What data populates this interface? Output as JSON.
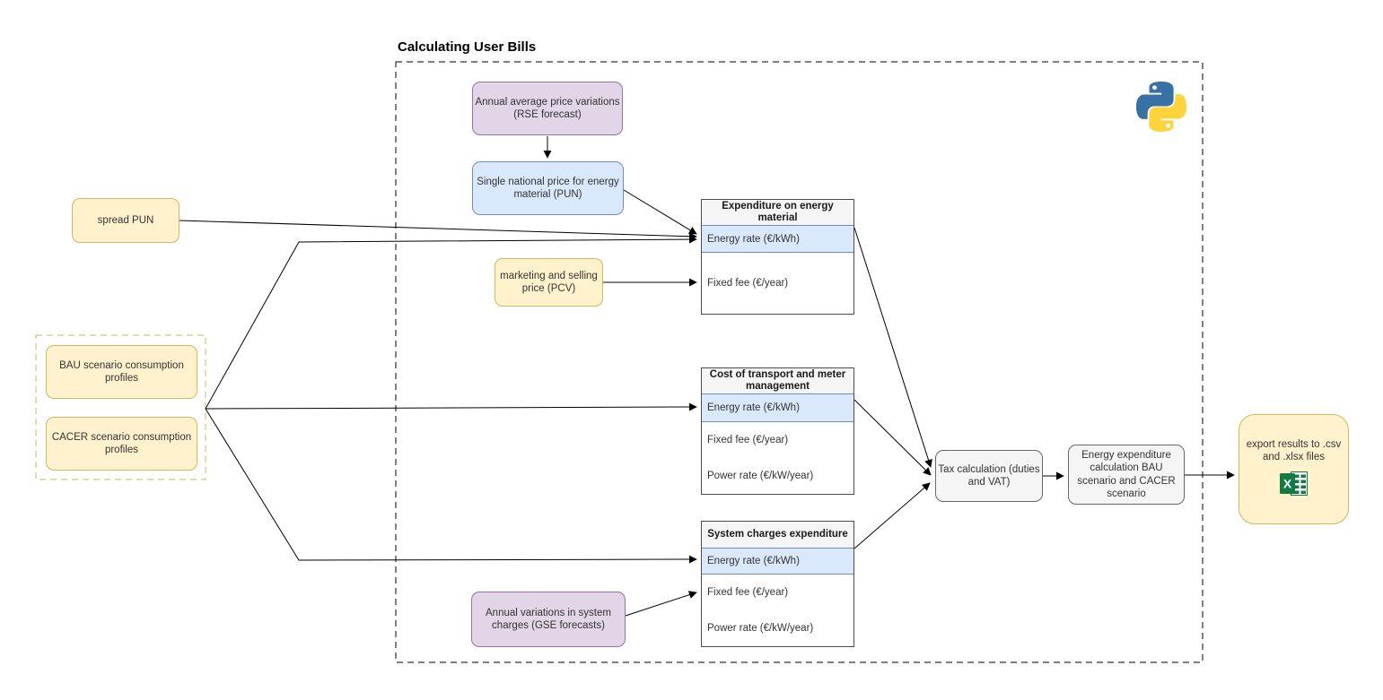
{
  "title": "Calculating User Bills",
  "nodes": {
    "rse_forecast": "Annual average price variations (RSE forecast)",
    "pun": "Single national price for energy material (PUN)",
    "spread_pun": "spread PUN",
    "pcv": "marketing and selling price (PCV)",
    "bau_profiles": "BAU scenario consumption profiles",
    "cacer_profiles": "CACER scenario consumption profiles",
    "gse_forecast": "Annual variations in system charges (GSE forecasts)",
    "tax_calculation": "Tax calculation (duties and VAT)",
    "energy_expenditure": "Energy expenditure calculation BAU scenario and CACER scenario",
    "export_results": "export results to .csv and .xlsx files"
  },
  "tables": [
    {
      "header": "Expenditure on energy material",
      "rows": [
        "Energy rate (€/kWh)",
        "Fixed fee (€/year)"
      ]
    },
    {
      "header": "Cost of transport and meter management",
      "rows": [
        "Energy rate (€/kWh)",
        "Fixed fee (€/year)",
        "Power rate (€/kW/year)"
      ]
    },
    {
      "header": "System charges expenditure",
      "rows": [
        "Energy rate (€/kWh)",
        "Fixed fee (€/year)",
        "Power rate (€/kW/year)"
      ]
    }
  ],
  "icons": {
    "python": "python-logo",
    "excel": "excel-spreadsheet-logo"
  },
  "colors": {
    "yellow_fill": "#fff2cc",
    "yellow_stroke": "#d6b656",
    "purple_fill": "#e1d5e7",
    "purple_stroke": "#9673a6",
    "blue_fill": "#dae8fc",
    "blue_stroke": "#6c8ebf",
    "gray_fill": "#f5f5f5",
    "gray_stroke": "#666666",
    "python_blue": "#3872a4",
    "python_yellow": "#ffd43b",
    "excel_green": "#107c41",
    "edge": "#000000"
  }
}
